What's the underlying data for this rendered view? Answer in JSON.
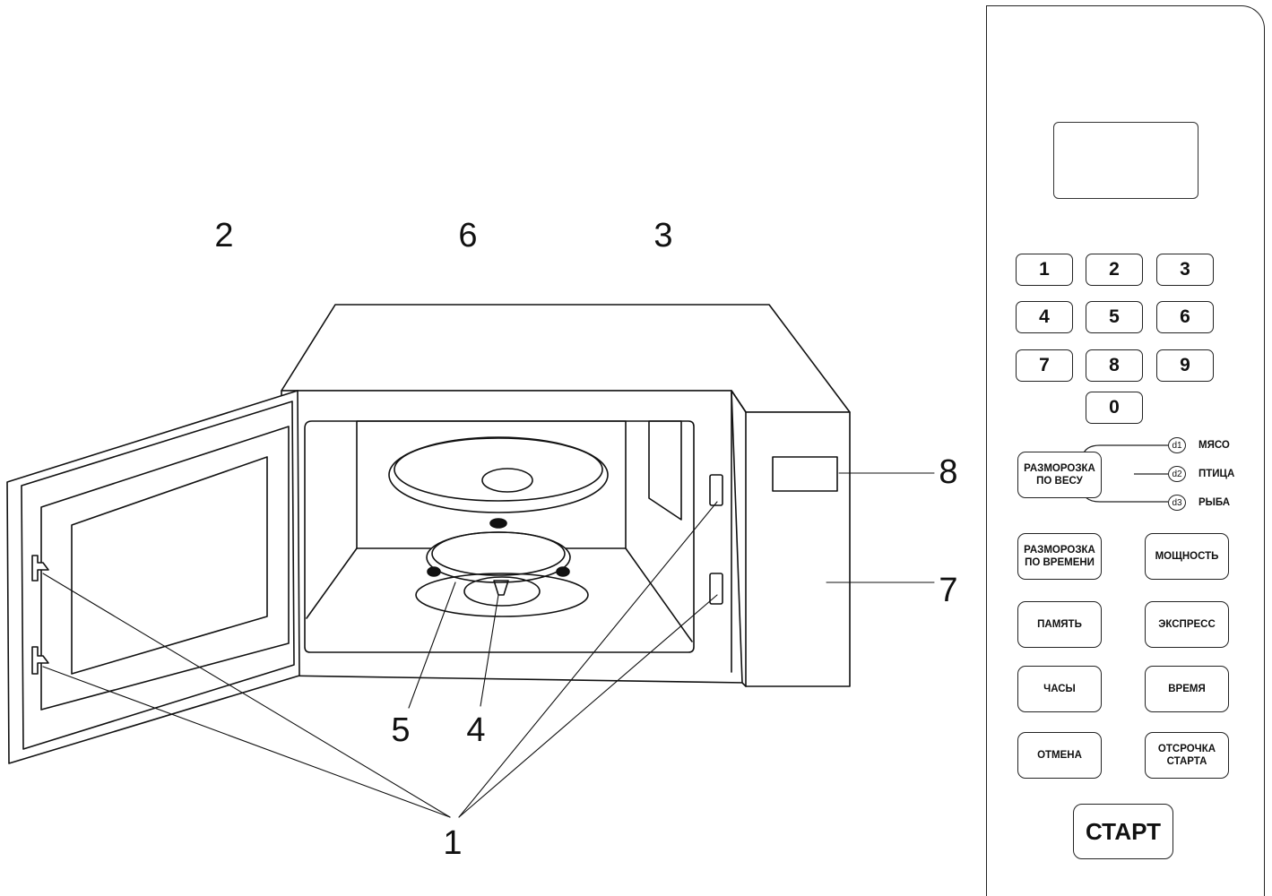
{
  "callouts": [
    {
      "id": "1",
      "label": "1"
    },
    {
      "id": "2",
      "label": "2"
    },
    {
      "id": "3",
      "label": "3"
    },
    {
      "id": "4",
      "label": "4"
    },
    {
      "id": "5",
      "label": "5"
    },
    {
      "id": "6",
      "label": "6"
    },
    {
      "id": "7",
      "label": "7"
    },
    {
      "id": "8",
      "label": "8"
    }
  ],
  "panel": {
    "keypad": [
      "1",
      "2",
      "3",
      "4",
      "5",
      "6",
      "7",
      "8",
      "9",
      "0"
    ],
    "defrost_weight": "РАЗМОРОЗКА\nПО ВЕСУ",
    "defrost_options": [
      {
        "code": "d1",
        "label": "МЯСО"
      },
      {
        "code": "d2",
        "label": "ПТИЦА"
      },
      {
        "code": "d3",
        "label": "РЫБА"
      }
    ],
    "defrost_time": "РАЗМОРОЗКА\nПО ВРЕМЕНИ",
    "power": "МОЩНОСТЬ",
    "memory": "ПАМЯТЬ",
    "express": "ЭКСПРЕСС",
    "clock": "ЧАСЫ",
    "time": "ВРЕМЯ",
    "cancel": "ОТМЕНА",
    "delay_start": "ОТСРОЧКА\nСТАРТА",
    "start": "СТАРТ"
  }
}
